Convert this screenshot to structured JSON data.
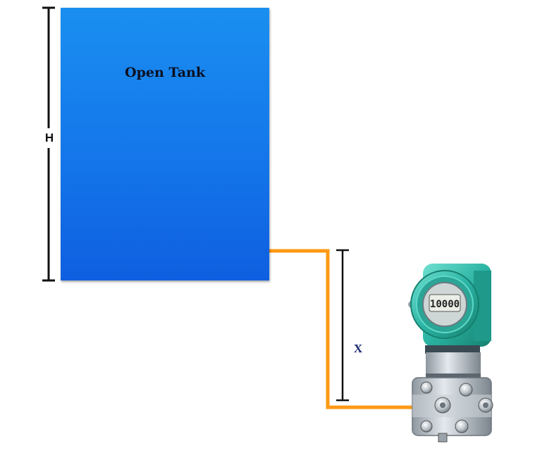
{
  "tank": {
    "label": "Open Tank"
  },
  "dimensions": {
    "height_label": "H",
    "offset_label": "X"
  },
  "transmitter": {
    "display_value": "10000"
  },
  "colors": {
    "tank_fill": "#1476ea",
    "impulse_line": "#ff9a14",
    "dimension_line": "#111111",
    "transmitter_housing": "#2bb3a3"
  }
}
